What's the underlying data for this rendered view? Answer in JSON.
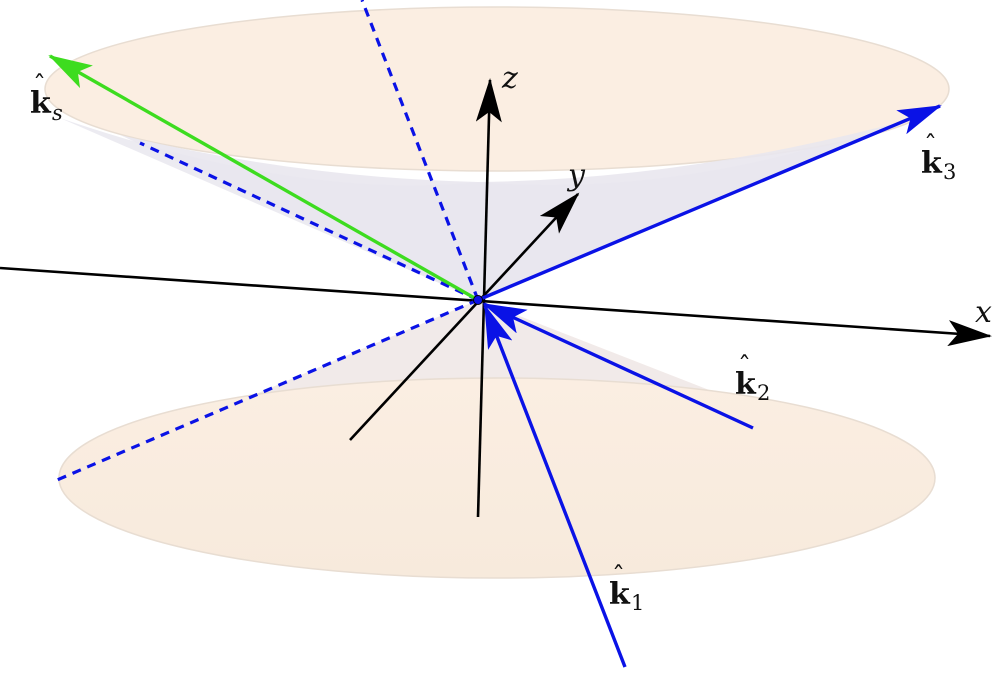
{
  "axes": {
    "x_label": "x",
    "y_label": "y",
    "z_label": "z"
  },
  "vectors": {
    "ks": {
      "base": "k",
      "hat": "ˆ",
      "subscript": "s"
    },
    "k1": {
      "base": "k",
      "hat": "ˆ",
      "subscript": "1"
    },
    "k2": {
      "base": "k",
      "hat": "ˆ",
      "subscript": "2"
    },
    "k3": {
      "base": "k",
      "hat": "ˆ",
      "subscript": "3"
    }
  },
  "colors": {
    "cone_fill": "#fbeee2",
    "cone_edge": "#e8ddd2",
    "cone_inner": "#e9e7ee",
    "incident_vector": "#0a12e6",
    "scattered_vector": "#3ddc1f",
    "axis": "#000000"
  }
}
